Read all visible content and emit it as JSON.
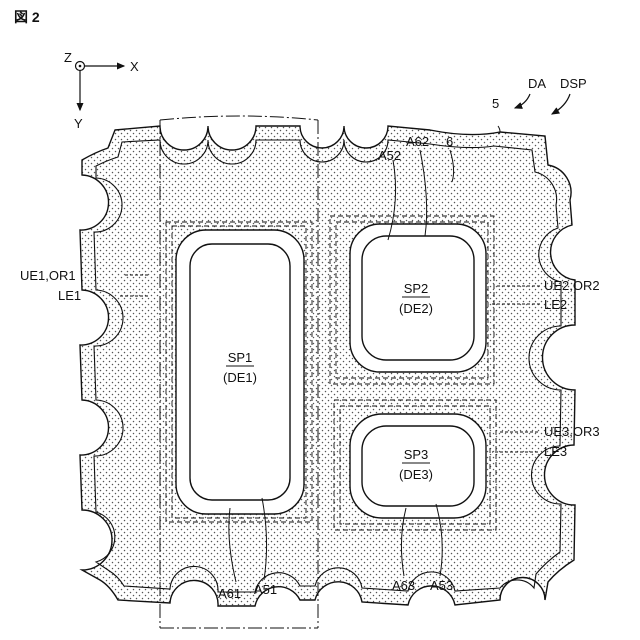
{
  "figure_title": "図 2",
  "axes": {
    "z": "Z",
    "x": "X",
    "y": "Y"
  },
  "callouts": {
    "da": "DA",
    "dsp": "DSP",
    "ref5": "5",
    "ref6": "6",
    "a52": "A52",
    "a62": "A62",
    "a61": "A61",
    "a51": "A51",
    "a63": "A63",
    "a53": "A53",
    "ue1_or1": "UE1,OR1",
    "le1": "LE1",
    "ue2_or2": "UE2,OR2",
    "le2": "LE2",
    "ue3_or3": "UE3,OR3",
    "le3": "LE3"
  },
  "subpixels": {
    "sp1": {
      "name": "SP1",
      "electrode": "(DE1)"
    },
    "sp2": {
      "name": "SP2",
      "electrode": "(DE2)"
    },
    "sp3": {
      "name": "SP3",
      "electrode": "(DE3)"
    }
  }
}
